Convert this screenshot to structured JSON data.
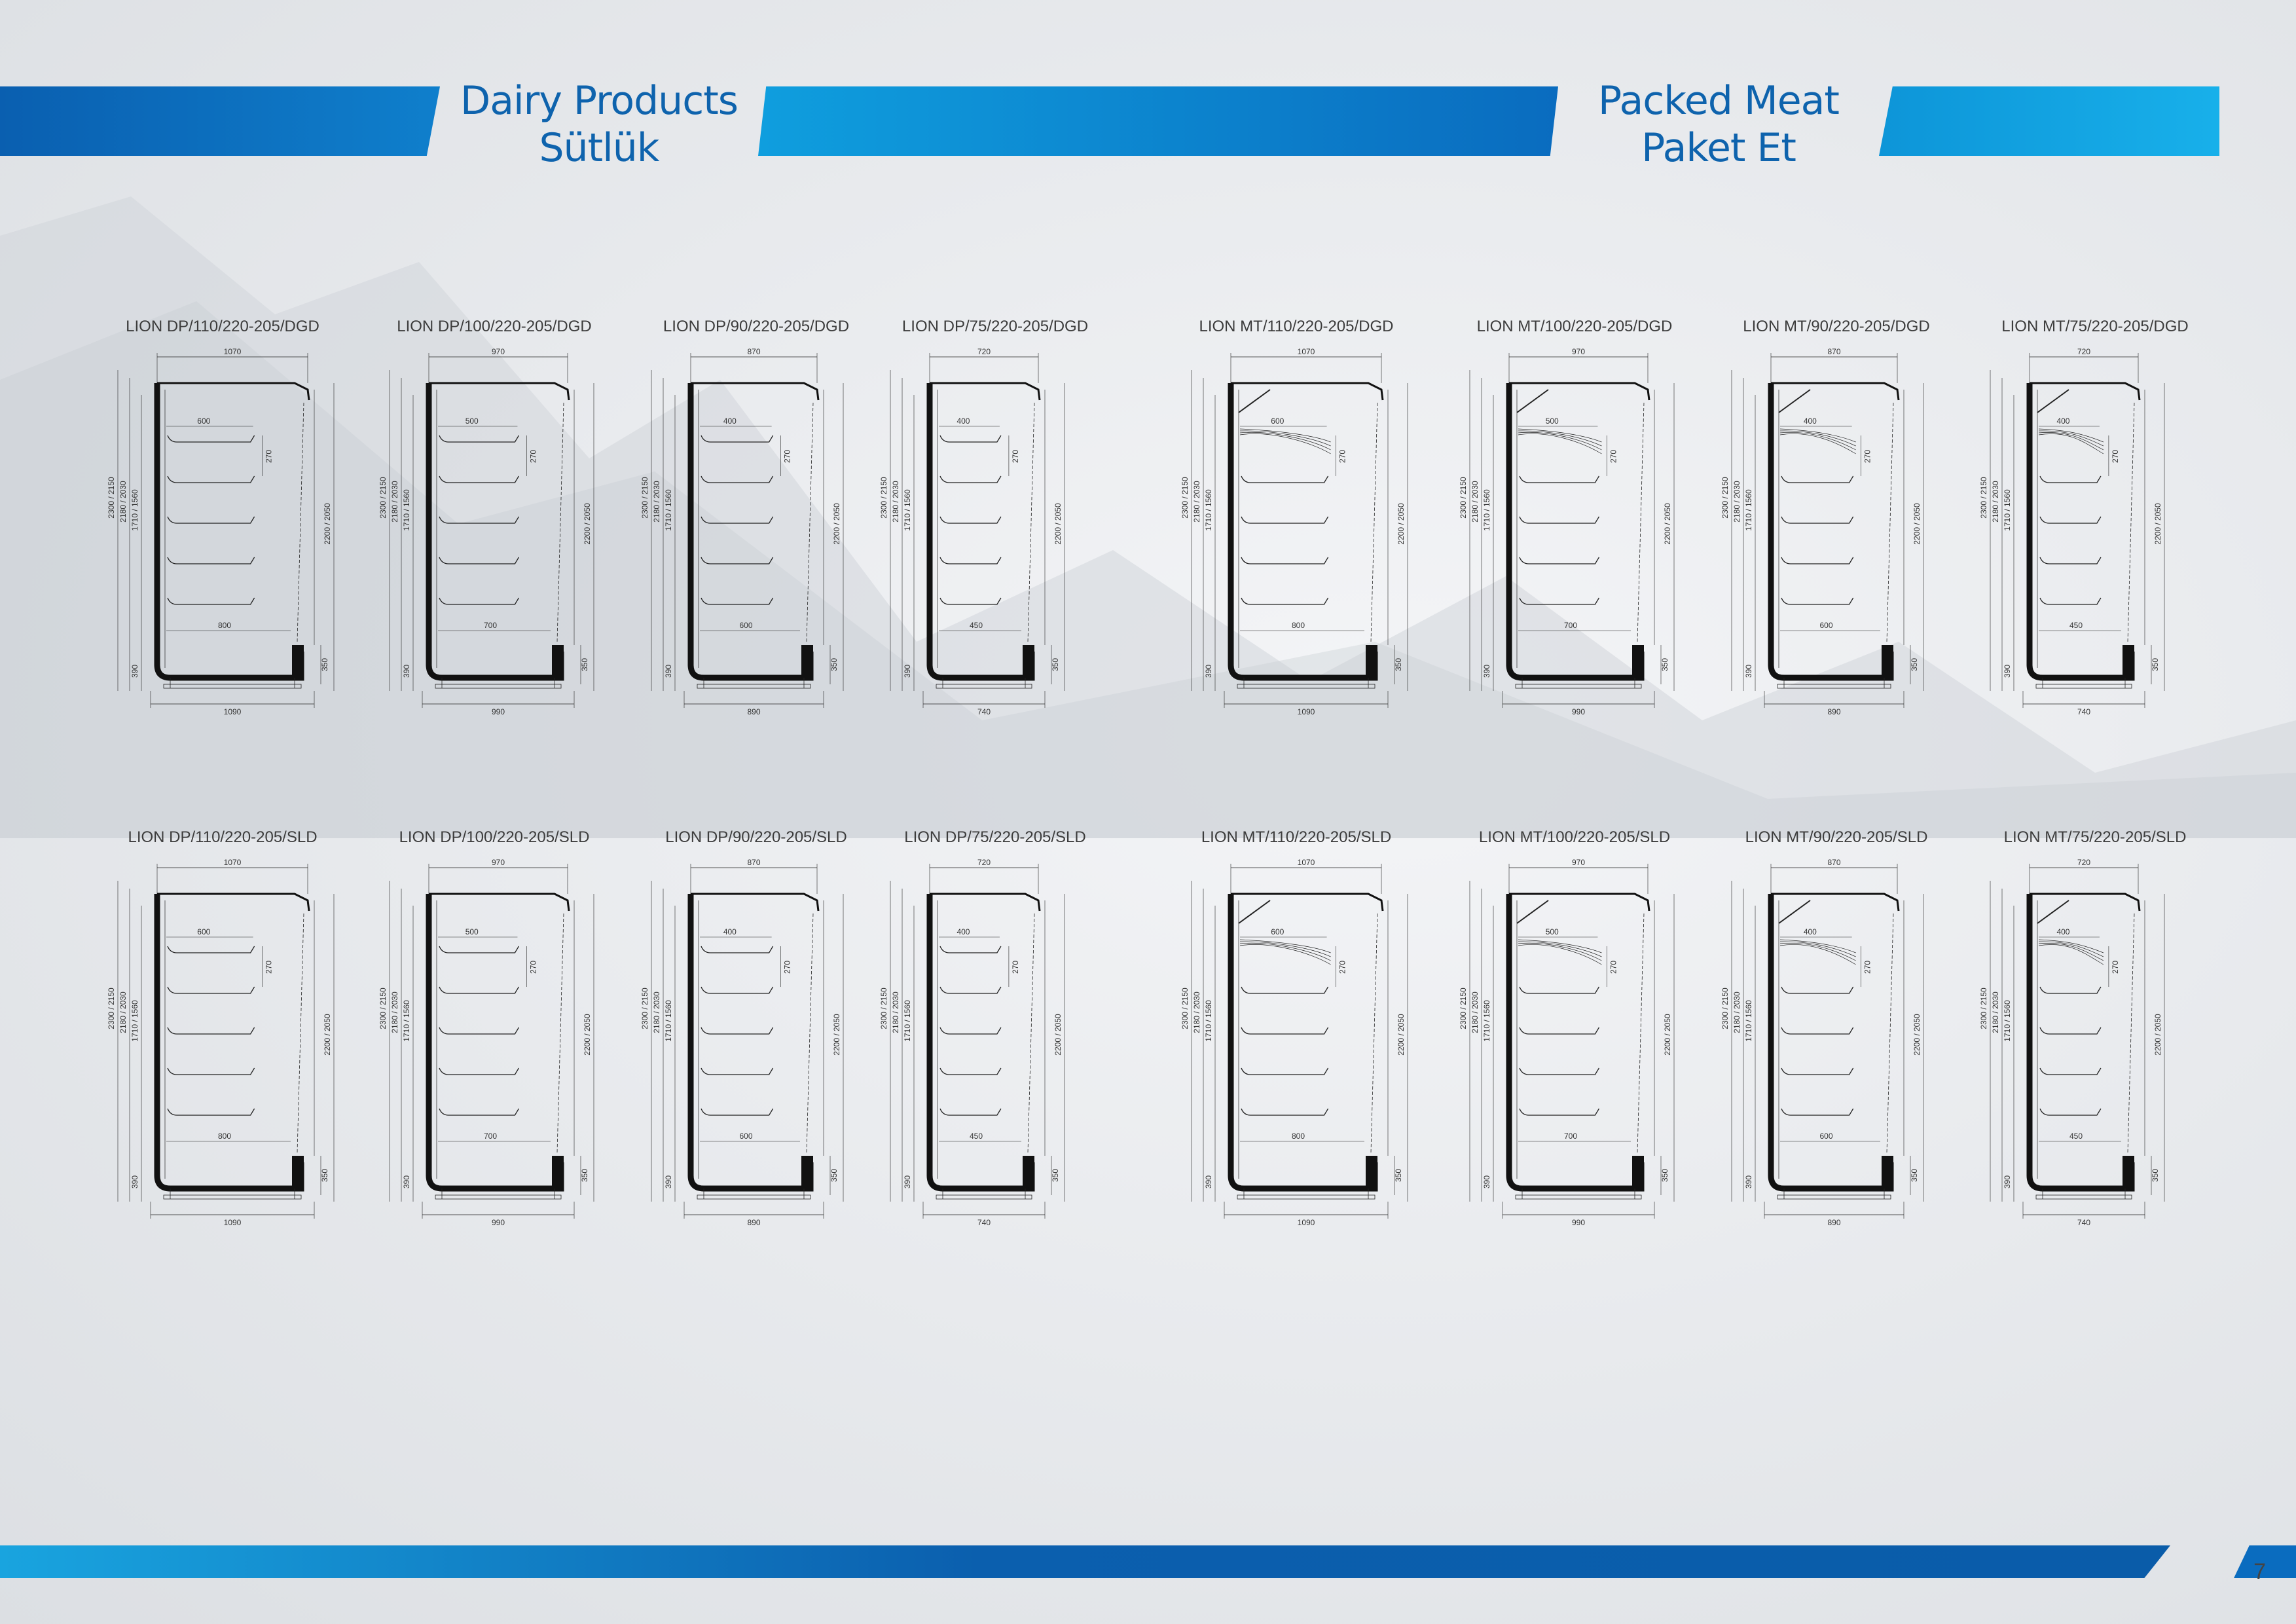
{
  "sections": [
    {
      "line1": "Dairy Products",
      "line2": "Sütlük"
    },
    {
      "line1": "Packed Meat",
      "line2": "Paket Et"
    }
  ],
  "page_number": "7",
  "colors": {
    "heading": "#0e63ad",
    "bar_dark": "#0a5fb0",
    "bar_light": "#12a6e4"
  },
  "rows": [
    {
      "units": [
        {
          "title": "LION DP/110/220-205/DGD",
          "type": "dp",
          "top_w": "1070",
          "bot_w": "1090",
          "shelf": "600",
          "base": "800",
          "h1": "2300 / 2150",
          "h2": "2180 / 2030",
          "h3": "1710 / 1560",
          "right_h": "2200 / 2050",
          "pitch": "270",
          "base_h": "390",
          "base_r": "350"
        },
        {
          "title": "LION DP/100/220-205/DGD",
          "type": "dp",
          "top_w": "970",
          "bot_w": "990",
          "shelf": "500",
          "base": "700",
          "h1": "2300 / 2150",
          "h2": "2180 / 2030",
          "h3": "1710 / 1560",
          "right_h": "2200 / 2050",
          "pitch": "270",
          "base_h": "390",
          "base_r": "350"
        },
        {
          "title": "LION DP/90/220-205/DGD",
          "type": "dp",
          "top_w": "870",
          "bot_w": "890",
          "shelf": "400",
          "base": "600",
          "h1": "2300 / 2150",
          "h2": "2180 / 2030",
          "h3": "1710 / 1560",
          "right_h": "2200 / 2050",
          "pitch": "270",
          "base_h": "390",
          "base_r": "350"
        },
        {
          "title": "LION DP/75/220-205/DGD",
          "type": "dp",
          "top_w": "720",
          "bot_w": "740",
          "shelf": "400",
          "base": "450",
          "h1": "2300 / 2150",
          "h2": "2180 / 2030",
          "h3": "1710 / 1560",
          "right_h": "2200 / 2050",
          "pitch": "270",
          "base_h": "390",
          "base_r": "350"
        },
        {
          "title": "LION MT/110/220-205/DGD",
          "type": "mt",
          "top_w": "1070",
          "bot_w": "1090",
          "shelf": "600",
          "base": "800",
          "h1": "2300 / 2150",
          "h2": "2180 / 2030",
          "h3": "1710 / 1560",
          "right_h": "2200 / 2050",
          "pitch": "270",
          "base_h": "390",
          "base_r": "350"
        },
        {
          "title": "LION MT/100/220-205/DGD",
          "type": "mt",
          "top_w": "970",
          "bot_w": "990",
          "shelf": "500",
          "base": "700",
          "h1": "2300 / 2150",
          "h2": "2180 / 2030",
          "h3": "1710 / 1560",
          "right_h": "2200 / 2050",
          "pitch": "270",
          "base_h": "390",
          "base_r": "350"
        },
        {
          "title": "LION MT/90/220-205/DGD",
          "type": "mt",
          "top_w": "870",
          "bot_w": "890",
          "shelf": "400",
          "base": "600",
          "h1": "2300 / 2150",
          "h2": "2180 / 2030",
          "h3": "1710 / 1560",
          "right_h": "2200 / 2050",
          "pitch": "270",
          "base_h": "390",
          "base_r": "350"
        },
        {
          "title": "LION MT/75/220-205/DGD",
          "type": "mt",
          "top_w": "720",
          "bot_w": "740",
          "shelf": "400",
          "base": "450",
          "h1": "2300 / 2150",
          "h2": "2180 / 2030",
          "h3": "1710 / 1560",
          "right_h": "2200 / 2050",
          "pitch": "270",
          "base_h": "390",
          "base_r": "350"
        }
      ]
    },
    {
      "units": [
        {
          "title": "LION DP/110/220-205/SLD",
          "type": "dp",
          "top_w": "1070",
          "bot_w": "1090",
          "shelf": "600",
          "base": "800",
          "h1": "2300 / 2150",
          "h2": "2180 / 2030",
          "h3": "1710 / 1560",
          "right_h": "2200 / 2050",
          "pitch": "270",
          "base_h": "390",
          "base_r": "350"
        },
        {
          "title": "LION DP/100/220-205/SLD",
          "type": "dp",
          "top_w": "970",
          "bot_w": "990",
          "shelf": "500",
          "base": "700",
          "h1": "2300 / 2150",
          "h2": "2180 / 2030",
          "h3": "1710 / 1560",
          "right_h": "2200 / 2050",
          "pitch": "270",
          "base_h": "390",
          "base_r": "350"
        },
        {
          "title": "LION DP/90/220-205/SLD",
          "type": "dp",
          "top_w": "870",
          "bot_w": "890",
          "shelf": "400",
          "base": "600",
          "h1": "2300 / 2150",
          "h2": "2180 / 2030",
          "h3": "1710 / 1560",
          "right_h": "2200 / 2050",
          "pitch": "270",
          "base_h": "390",
          "base_r": "350"
        },
        {
          "title": "LION DP/75/220-205/SLD",
          "type": "dp",
          "top_w": "720",
          "bot_w": "740",
          "shelf": "400",
          "base": "450",
          "h1": "2300 / 2150",
          "h2": "2180 / 2030",
          "h3": "1710 / 1560",
          "right_h": "2200 / 2050",
          "pitch": "270",
          "base_h": "390",
          "base_r": "350"
        },
        {
          "title": "LION MT/110/220-205/SLD",
          "type": "mt",
          "top_w": "1070",
          "bot_w": "1090",
          "shelf": "600",
          "base": "800",
          "h1": "2300 / 2150",
          "h2": "2180 / 2030",
          "h3": "1710 / 1560",
          "right_h": "2200 / 2050",
          "pitch": "270",
          "base_h": "390",
          "base_r": "350"
        },
        {
          "title": "LION MT/100/220-205/SLD",
          "type": "mt",
          "top_w": "970",
          "bot_w": "990",
          "shelf": "500",
          "base": "700",
          "h1": "2300 / 2150",
          "h2": "2180 / 2030",
          "h3": "1710 / 1560",
          "right_h": "2200 / 2050",
          "pitch": "270",
          "base_h": "390",
          "base_r": "350"
        },
        {
          "title": "LION MT/90/220-205/SLD",
          "type": "mt",
          "top_w": "870",
          "bot_w": "890",
          "shelf": "400",
          "base": "600",
          "h1": "2300 / 2150",
          "h2": "2180 / 2030",
          "h3": "1710 / 1560",
          "right_h": "2200 / 2050",
          "pitch": "270",
          "base_h": "390",
          "base_r": "350"
        },
        {
          "title": "LION MT/75/220-205/SLD",
          "type": "mt",
          "top_w": "720",
          "bot_w": "740",
          "shelf": "400",
          "base": "450",
          "h1": "2300 / 2150",
          "h2": "2180 / 2030",
          "h3": "1710 / 1560",
          "right_h": "2200 / 2050",
          "pitch": "270",
          "base_h": "390",
          "base_r": "350"
        }
      ]
    }
  ]
}
